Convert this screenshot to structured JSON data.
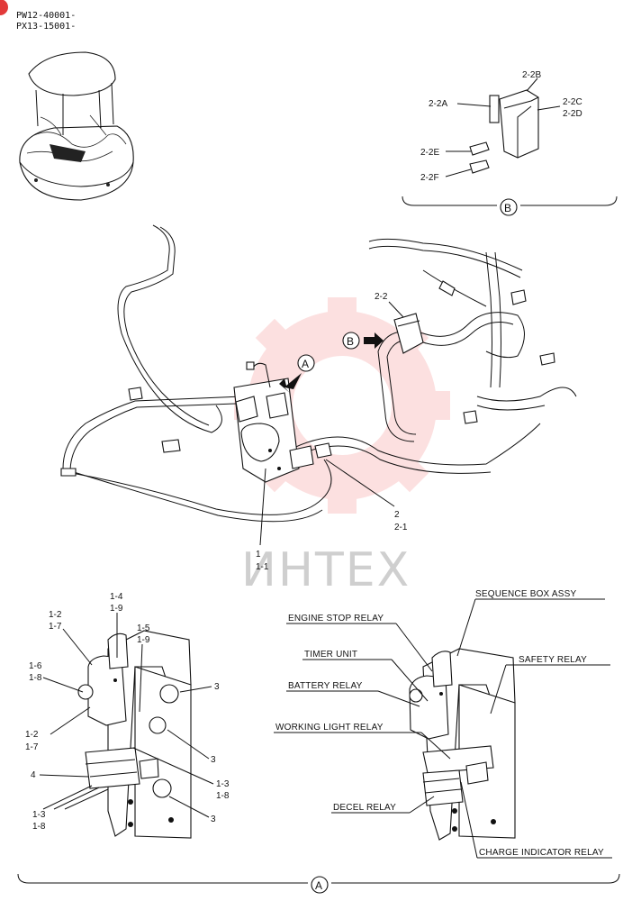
{
  "serial": {
    "line1": "PW12-40001-",
    "line2": "PX13-15001-"
  },
  "watermark": "ИНТЕХ",
  "colors": {
    "ink": "#111111",
    "watermark_red": "#f05a5a",
    "background": "#ffffff"
  },
  "view_b": {
    "labels": {
      "b2b": "2-2B",
      "b2a": "2-2A",
      "b2c": "2-2C",
      "b2d": "2-2D",
      "b2e": "2-2E",
      "b2f": "2-2F"
    },
    "marker": "B"
  },
  "main": {
    "labels": {
      "p22": "2-2",
      "p2": "2",
      "p21": "2-1",
      "p1": "1",
      "p11": "1-1"
    },
    "markerA": "A",
    "markerB": "B"
  },
  "detail_left": {
    "labels": {
      "a": "1-4",
      "b": "1-9",
      "c": "1-2",
      "d": "1-7",
      "e": "1-5",
      "f": "1-9",
      "g": "1-6",
      "h": "1-8",
      "i": "3",
      "j": "1-2",
      "k": "1-7",
      "l": "3",
      "m": "4",
      "n": "1-3",
      "o": "1-8",
      "p": "1-3",
      "q": "1-8",
      "r": "3"
    }
  },
  "detail_right": {
    "callouts": {
      "sequence_box": "SEQUENCE BOX ASSY",
      "engine_stop": "ENGINE STOP RELAY",
      "timer_unit": "TIMER UNIT",
      "safety": "SAFETY RELAY",
      "battery": "BATTERY RELAY",
      "working_light": "WORKING LIGHT RELAY",
      "decel": "DECEL RELAY",
      "charge_indicator": "CHARGE INDICATOR RELAY"
    }
  },
  "view_a_marker": "A"
}
